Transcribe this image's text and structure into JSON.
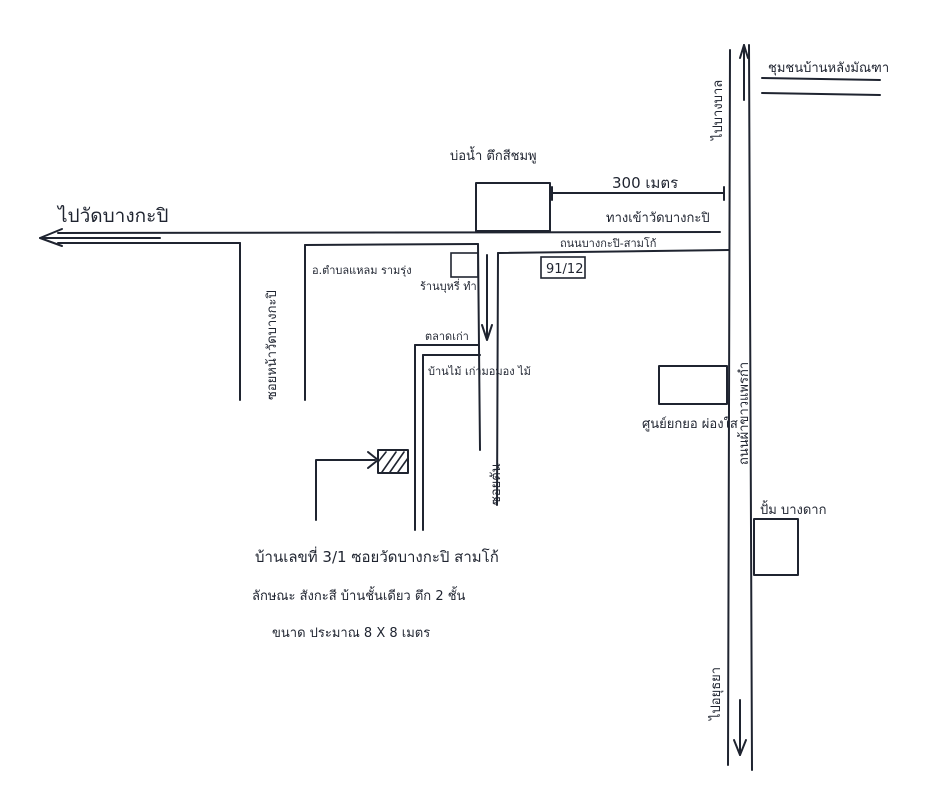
{
  "map": {
    "roads": {
      "main_road_name": "ถนนบางกะปิ-สามโก้",
      "lane_left_name": "ซอยหน้าวัดบางกะปิ",
      "lane_middle_name": "ซอยตัน",
      "highway_name": "ถนนผ้าขาวแพรกำ",
      "highway_north_dir": "ไปบางบาล",
      "highway_south_dir": "ไปอยุธยา",
      "west_dir": "ไปวัดบางกะปิ"
    },
    "places": {
      "school": "ชุมชนบ้านหลังมัณฑา",
      "well": "บ่อน้ำ ตึกสีชมพู",
      "distance": "300 เมตร",
      "temple_gate": "ทางเข้าวัดบางกะปิ",
      "house_number_sign": "91/12",
      "shop_left": "อ.ตำบลแหลม รามรุ่ง",
      "shop_mid": "ร้านบุหรี่ ทำ",
      "fence": "ตลาดเก่า",
      "house_green": "บ้านไม้ เก่ามอมอง ไม้",
      "health_center": "ศูนย์ยกยอ ผ่องใส",
      "pump": "ปั้ม บางดาก"
    },
    "note": {
      "line1": "บ้านเลขที่ 3/1 ซอยวัดบางกะปิ สามโก้",
      "line2": "ลักษณะ สังกะสี บ้านชั้นเดียว ตึก 2 ชั้น",
      "line3": "ขนาด ประมาณ 8 X 8 เมตร"
    }
  }
}
